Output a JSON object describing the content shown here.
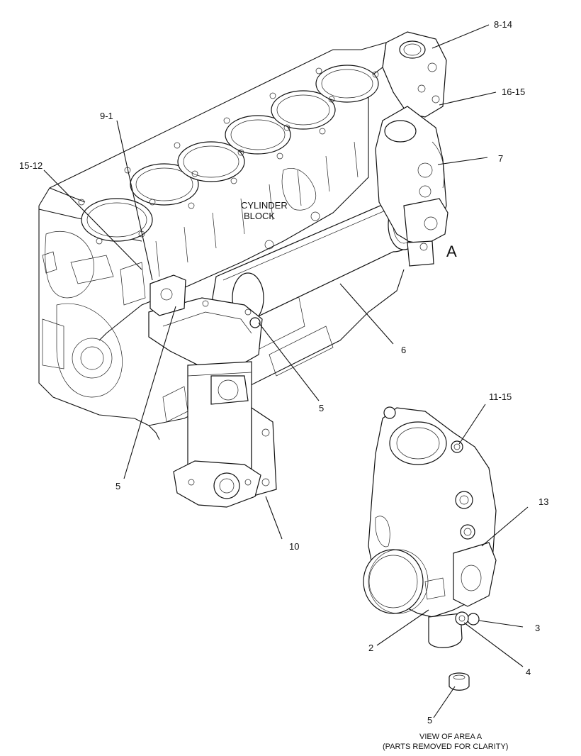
{
  "drawing": {
    "block_label_line1": "CYLINDER",
    "block_label_line2": "BLOCK",
    "area_marker": "A",
    "view_caption_line1": "VIEW OF AREA  A",
    "view_caption_line2": "(PARTS REMOVED FOR CLARITY)"
  },
  "callouts": {
    "c_8_14": "8-14",
    "c_16_15": "16-15",
    "c_7": "7",
    "c_9_1": "9-1",
    "c_15_12": "15-12",
    "c_6": "6",
    "c_5_center": "5",
    "c_5_left": "5",
    "c_10": "10",
    "c_11_15": "11-15",
    "c_13": "13",
    "c_3": "3",
    "c_2": "2",
    "c_4": "4",
    "c_5_bottom": "5"
  }
}
